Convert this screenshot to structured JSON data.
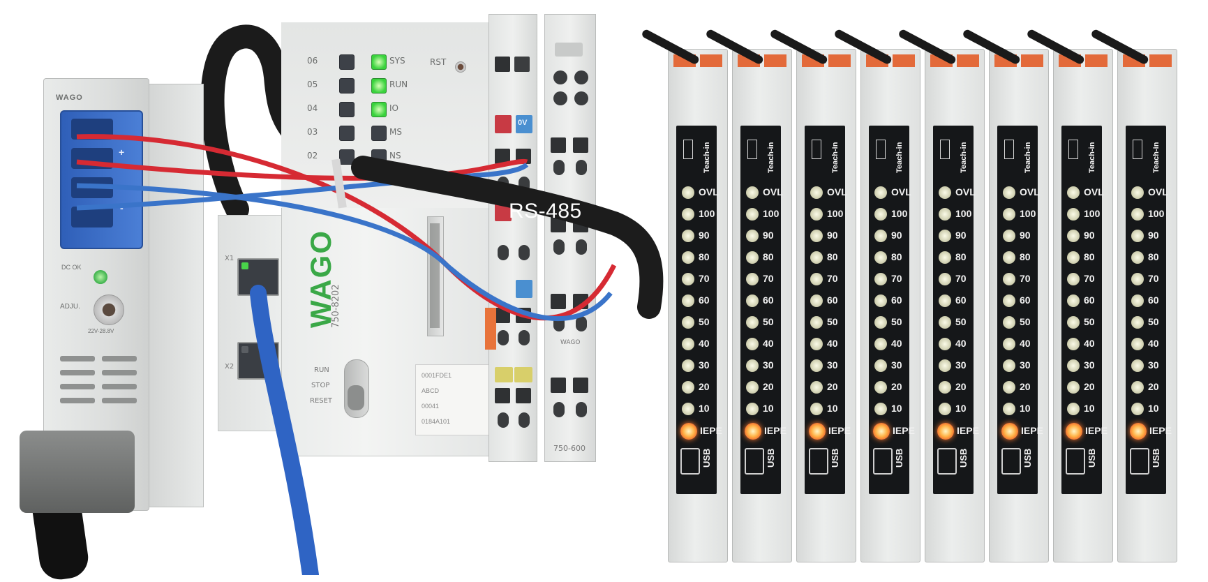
{
  "photo": {
    "cable_label": "RS-485"
  },
  "power_supply": {
    "brand": "WAGO",
    "dc_ok_label": "DC OK",
    "adj_label": "ADJU.",
    "range_label": "22V-28.8V",
    "terminal_labels": [
      "+",
      "-"
    ]
  },
  "controller": {
    "brand": "WAGO",
    "model": "750-8202",
    "led_left_labels": [
      "06",
      "05",
      "04",
      "03",
      "02"
    ],
    "led_right_labels": [
      "SYS",
      "RUN",
      "IO",
      "MS",
      "NS"
    ],
    "led_right_states": [
      true,
      true,
      true,
      false,
      false
    ],
    "rst_label": "RST",
    "mode_labels": [
      "RUN",
      "STOP",
      "RESET"
    ],
    "port_labels": [
      "X1",
      "X2"
    ],
    "sticker_lines": [
      "0001FDE1",
      "ABCD",
      "00041",
      "0184A101"
    ]
  },
  "io_terminals": {
    "end_module_model": "750-600",
    "tag_0v": "0V",
    "tag_brand": "WAGO"
  },
  "signal_modules": {
    "count": 8,
    "teach_label": "Teach-in",
    "level_labels": [
      "OVL",
      "100",
      "90",
      "80",
      "70",
      "60",
      "50",
      "40",
      "30",
      "20",
      "10"
    ],
    "iepe_label": "IEPE",
    "usb_label": "USB",
    "colors": {
      "panel": "#151719",
      "iepe_led": "#ff7a30",
      "clip": "#e36a3a"
    }
  }
}
